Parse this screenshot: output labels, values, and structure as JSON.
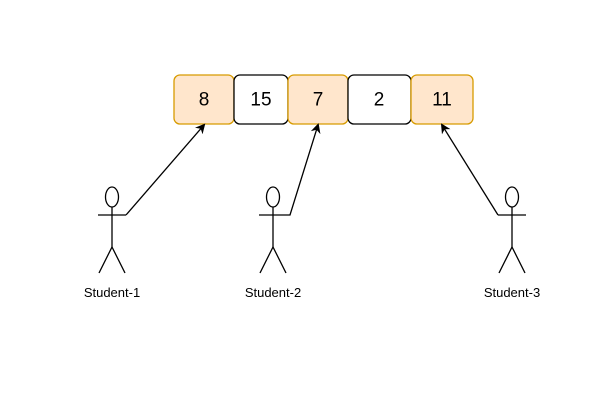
{
  "array": {
    "cells": [
      {
        "value": "8",
        "highlighted": true
      },
      {
        "value": "15",
        "highlighted": false
      },
      {
        "value": "7",
        "highlighted": true
      },
      {
        "value": "2",
        "highlighted": false
      },
      {
        "value": "11",
        "highlighted": true
      }
    ]
  },
  "students": [
    {
      "label": "Student-1",
      "points_to_cell": 0
    },
    {
      "label": "Student-2",
      "points_to_cell": 2
    },
    {
      "label": "Student-3",
      "points_to_cell": 4
    }
  ],
  "colors": {
    "highlight_fill": "#ffe6cc",
    "highlight_stroke": "#d79b00",
    "plain_fill": "#ffffff",
    "line": "#000000"
  }
}
